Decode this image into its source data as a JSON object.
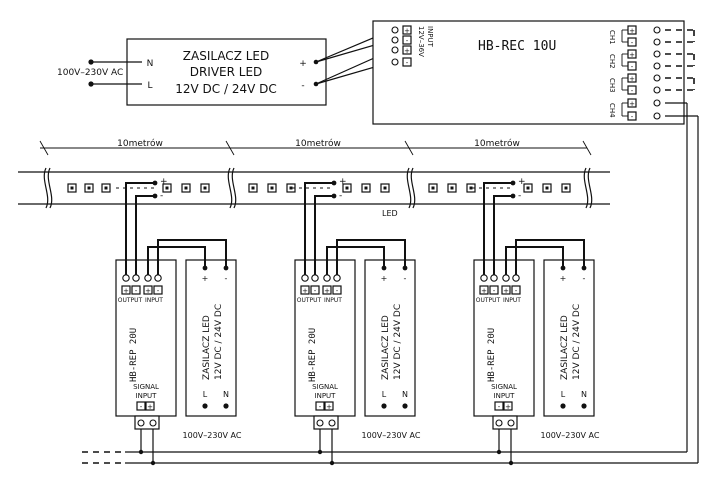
{
  "main_psu": {
    "lines": [
      "ZASILACZ LED",
      "DRIVER LED",
      "12V DC / 24V DC"
    ],
    "terminal_n": "N",
    "terminal_l": "L",
    "plus": "+",
    "minus": "-",
    "ac_label": "100V–230V AC"
  },
  "receiver": {
    "title": "HB-REC 10U",
    "input_label": "INPUT",
    "input_voltage": "12V–36V",
    "channels": [
      "CH1",
      "CH2",
      "CH3",
      "CH4"
    ]
  },
  "strip": {
    "section_label": "10metrów",
    "led_label": "LED",
    "plus": "+",
    "minus": "-"
  },
  "repeater": {
    "model": "HB-REP 20U",
    "output_label": "OUTPUT",
    "input_label": "INPUT",
    "signal_label": "SIGNAL",
    "signal_input_label": "INPUT"
  },
  "sub_psu": {
    "line1": "ZASILACZ LED",
    "line2": "12V DC / 24V DC",
    "terminal_l": "L",
    "terminal_n": "N",
    "plus": "+",
    "minus": "-",
    "ac_label": "100V–230V AC"
  }
}
